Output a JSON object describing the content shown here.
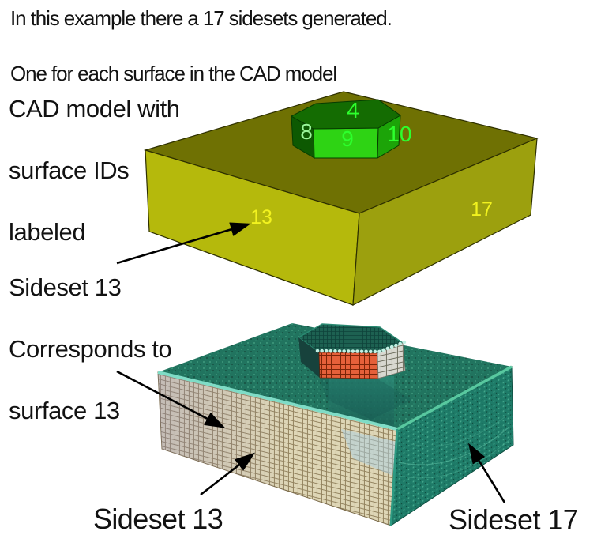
{
  "title": {
    "line1": "In this example there a 17 sidesets generated.",
    "line2": "One for each surface in the CAD model"
  },
  "cad_caption": {
    "line1": "CAD model with",
    "line2": "surface IDs",
    "line3": "labeled"
  },
  "sideset_note": {
    "line1": "Sideset 13",
    "line2": "Corresponds to",
    "line3": "surface 13"
  },
  "bottom_labels": {
    "left": "Sideset 13",
    "right": "Sideset 17"
  },
  "cad_model": {
    "surface_labels": {
      "s4": {
        "text": "4",
        "color": "#2dff2d"
      },
      "s8": {
        "text": "8",
        "color": "#9af59a"
      },
      "s9": {
        "text": "9",
        "color": "#2dff2d"
      },
      "s10": {
        "text": "10",
        "color": "#2dff2d"
      },
      "s13": {
        "text": "13",
        "color": "#f2f21f"
      },
      "s17": {
        "text": "17",
        "color": "#f2f21f"
      }
    },
    "face_colors": {
      "top": "#6f7103",
      "front_left": "#b5b90c",
      "right": "#9ca00e",
      "boss_top": "#146c02",
      "boss_left": "#0d5902",
      "boss_front": "#2ed314",
      "boss_right": "#1ca408",
      "outline": "#2e3000"
    }
  },
  "mesh_model": {
    "face_colors": {
      "top": "#21745f",
      "front_left_tan": "#ded6b6",
      "right_teal": "#1e7b68",
      "boss_front_orange": "#e5603a",
      "boss_right_gray": "#d8d8d0",
      "boss_left_dark": "#17423c",
      "edge_highlight_front": "#7fdcc6",
      "edge_highlight_right": "#58c89f",
      "cylinder": "#256f62"
    }
  },
  "annotation": {
    "arrow_color": "#000000"
  }
}
